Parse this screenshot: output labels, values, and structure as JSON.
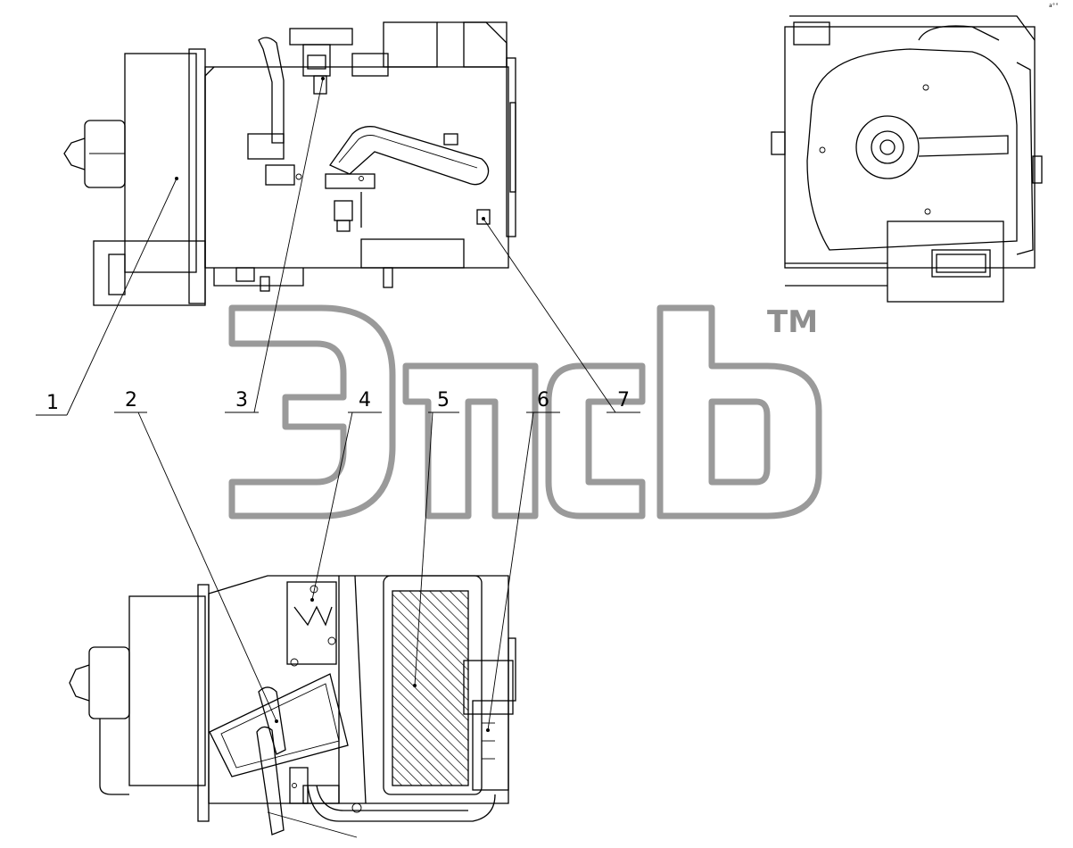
{
  "callouts": [
    {
      "id": "1",
      "label": "1"
    },
    {
      "id": "2",
      "label": "2"
    },
    {
      "id": "3",
      "label": "3"
    },
    {
      "id": "4",
      "label": "4"
    },
    {
      "id": "5",
      "label": "5"
    },
    {
      "id": "6",
      "label": "6"
    },
    {
      "id": "7",
      "label": "7"
    }
  ],
  "watermark": {
    "glyphs": "ЭТСВ",
    "trademark": "TM"
  },
  "corner_mark": "a°°"
}
